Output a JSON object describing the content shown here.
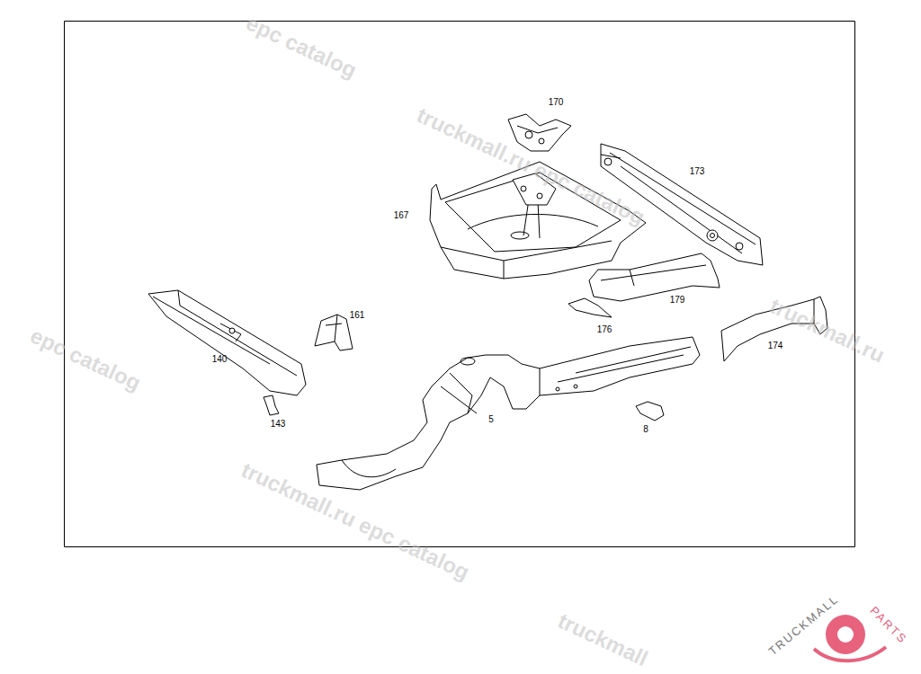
{
  "diagram": {
    "labels": [
      "170",
      "173",
      "167",
      "161",
      "140",
      "179",
      "176",
      "174",
      "143",
      "5",
      "8",
      "epc catalog",
      "truckmall.ru epc catalog",
      "truckmall.ru",
      "epc catalog",
      "truckmall.ru epc catalog",
      "truckmall",
      "TRUCKMALL",
      "PARTS"
    ]
  }
}
